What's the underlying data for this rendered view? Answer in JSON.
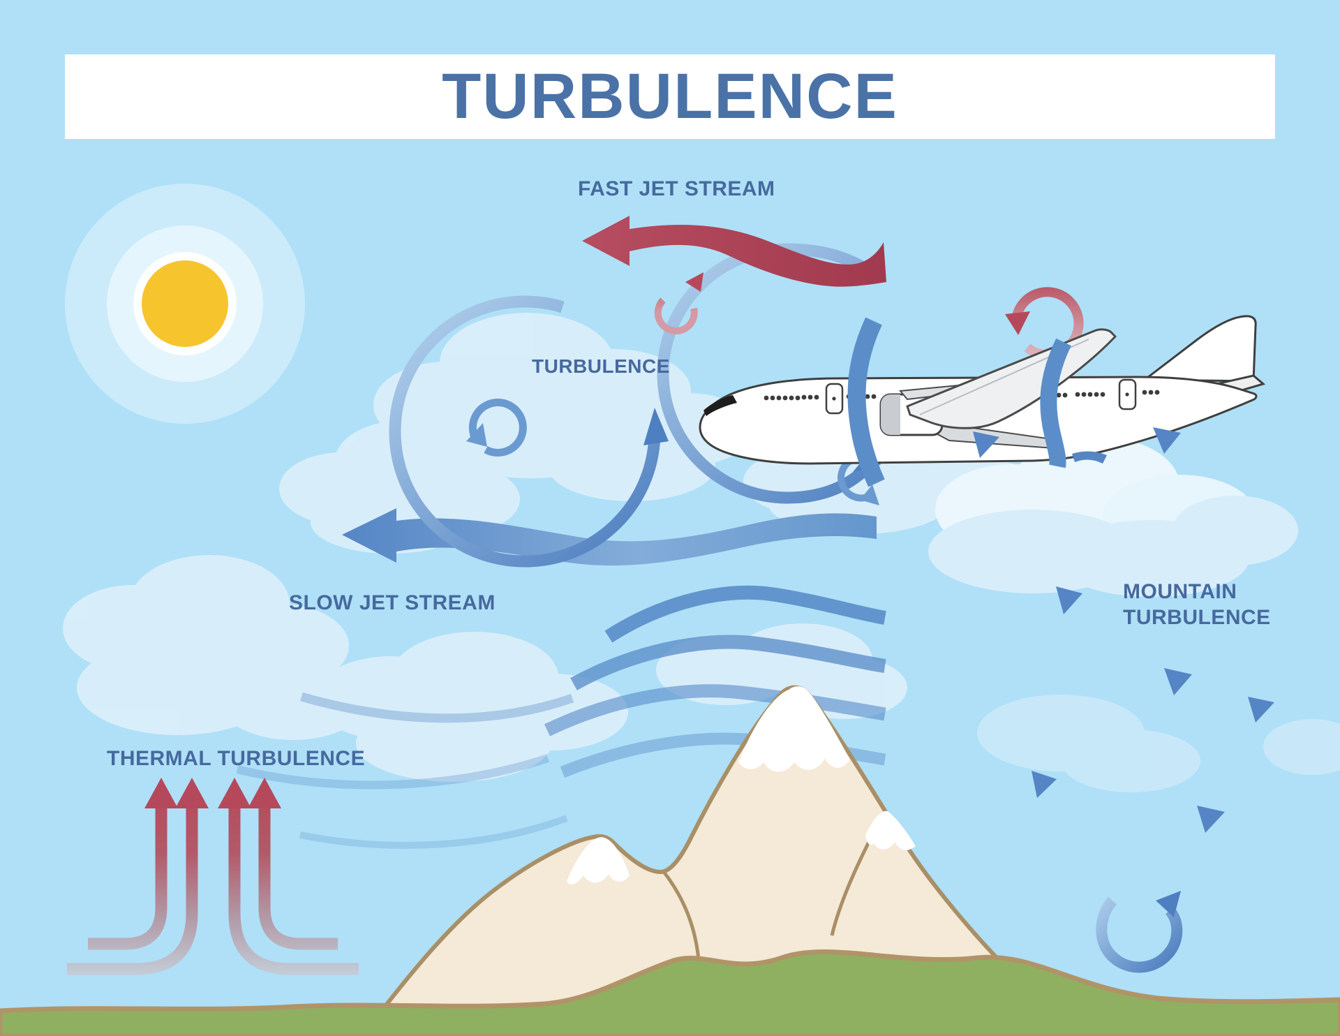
{
  "labels": {
    "title": "TURBULENCE",
    "fast_jet_stream": "FAST JET STREAM",
    "turbulence_vortex": "TURBULENCE",
    "slow_jet_stream": "SLOW JET STREAM",
    "mountain_turbulence_line1": "MOUNTAIN",
    "mountain_turbulence_line2": "TURBULENCE",
    "thermal_turbulence": "THERMAL TURBULENCE"
  },
  "colors": {
    "sky": "#afe0f7",
    "banner": "#ffffff",
    "heading": "#4a72a7",
    "label": "#46699e",
    "red": "#b5495b",
    "blue": "#5b8ec9",
    "blue-dark": "#4e7fc0",
    "blue-light": "#a9c9e8",
    "cloud": "#ddeffb",
    "mountain": "#f5e9d7",
    "mountain-outline": "#a98f66",
    "snow": "#ffffff",
    "grass": "#8fb061",
    "ground-line": "#b09468",
    "sun": "#f6c52e"
  }
}
